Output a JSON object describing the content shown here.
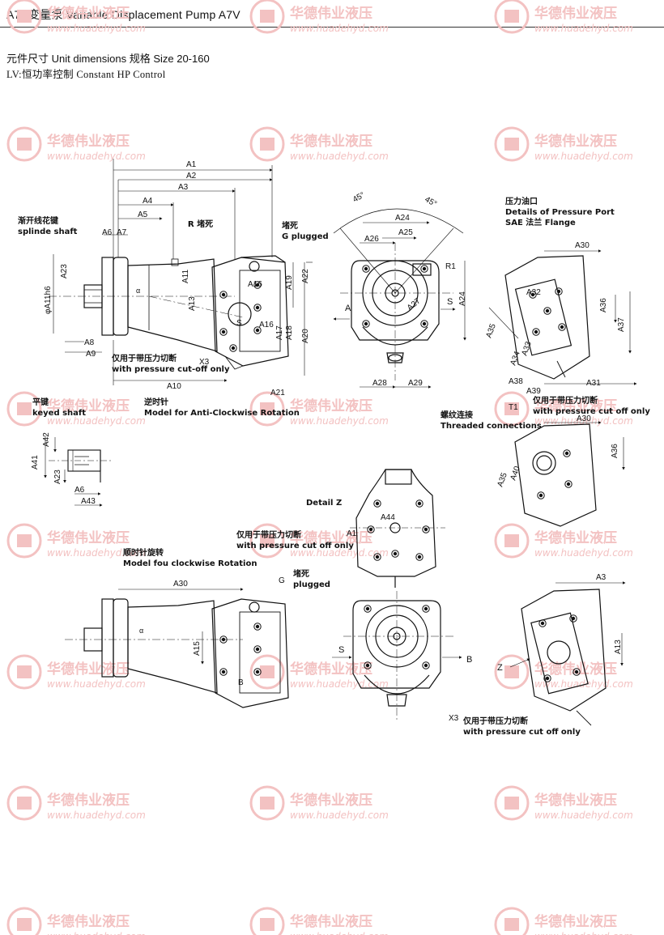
{
  "header": {
    "title": "A7V变量泵 Variable Displacement Pump A7V",
    "line1": "元件尺寸 Unit dimensions 规格 Size 20-160",
    "line2": "LV:恒功率控制 Constant HP Control"
  },
  "watermark": {
    "company": "华德伟业液压",
    "url": "www.huadehyd.com"
  },
  "labels": {
    "A1": "A1",
    "A2": "A2",
    "A3": "A3",
    "A4": "A4",
    "A5": "A5",
    "A6": "A6",
    "A7": "A7",
    "A8": "A8",
    "A9": "A9",
    "A10": "A10",
    "A11": "A11",
    "A13": "A13",
    "A15": "A15",
    "A16": "A16",
    "A17": "A17",
    "A18": "A18",
    "A19": "A19",
    "A20": "A20",
    "A21": "A21",
    "A22": "A22",
    "A23": "A23",
    "A24": "A24",
    "A25": "A25",
    "A26": "A26",
    "A27": "A27",
    "A28": "A28",
    "A29": "A29",
    "A30": "A30",
    "A31": "A31",
    "A32": "A32",
    "A33": "A33",
    "A34": "A34",
    "A35": "A35",
    "A36": "A36",
    "A37": "A37",
    "A38": "A38",
    "A39": "A39",
    "A40": "A40",
    "A41": "A41",
    "A42": "A42",
    "A43": "A43",
    "A44": "A44",
    "R": "R",
    "R1": "R1",
    "S": "S",
    "A": "A",
    "B": "B",
    "Z": "Z",
    "T1": "T1",
    "X3": "X3",
    "G": "G",
    "shaft_dia": "φA11h6",
    "deg45": "45°"
  },
  "annotations": {
    "spline_shaft": "渐开线花键\nsplinde shaft",
    "r_plugged": "R 堵死",
    "g_plugged": "堵死\nG plugged",
    "cutoff_1": "仅用于带压力切断\nwith pressure cut-off only",
    "anticlockwise": "逆时针\nModel for Anti-Clockwise Rotation",
    "keyed_shaft": "平键\nkeyed shaft",
    "pressure_port": "压力油口\nDetails of Pressure Port\nSAE 法兰 Flange",
    "cutoff_2": "仅用于带压力切断\nwith pressure cut off only",
    "threaded": "螺纹连接\nThreaded connections",
    "detail_z": "Detail Z",
    "cutoff_3": "仅用于带压力切断\nwith pressure cut off only",
    "clockwise": "顺时针旋转\nModel fou clockwise Rotation",
    "g_plugged_2": "堵死\nplugged",
    "cutoff_4": "仅用于带压力切断\nwith pressure cut off only"
  },
  "colors": {
    "watermark": "#f3c2c2",
    "line": "#111111"
  }
}
